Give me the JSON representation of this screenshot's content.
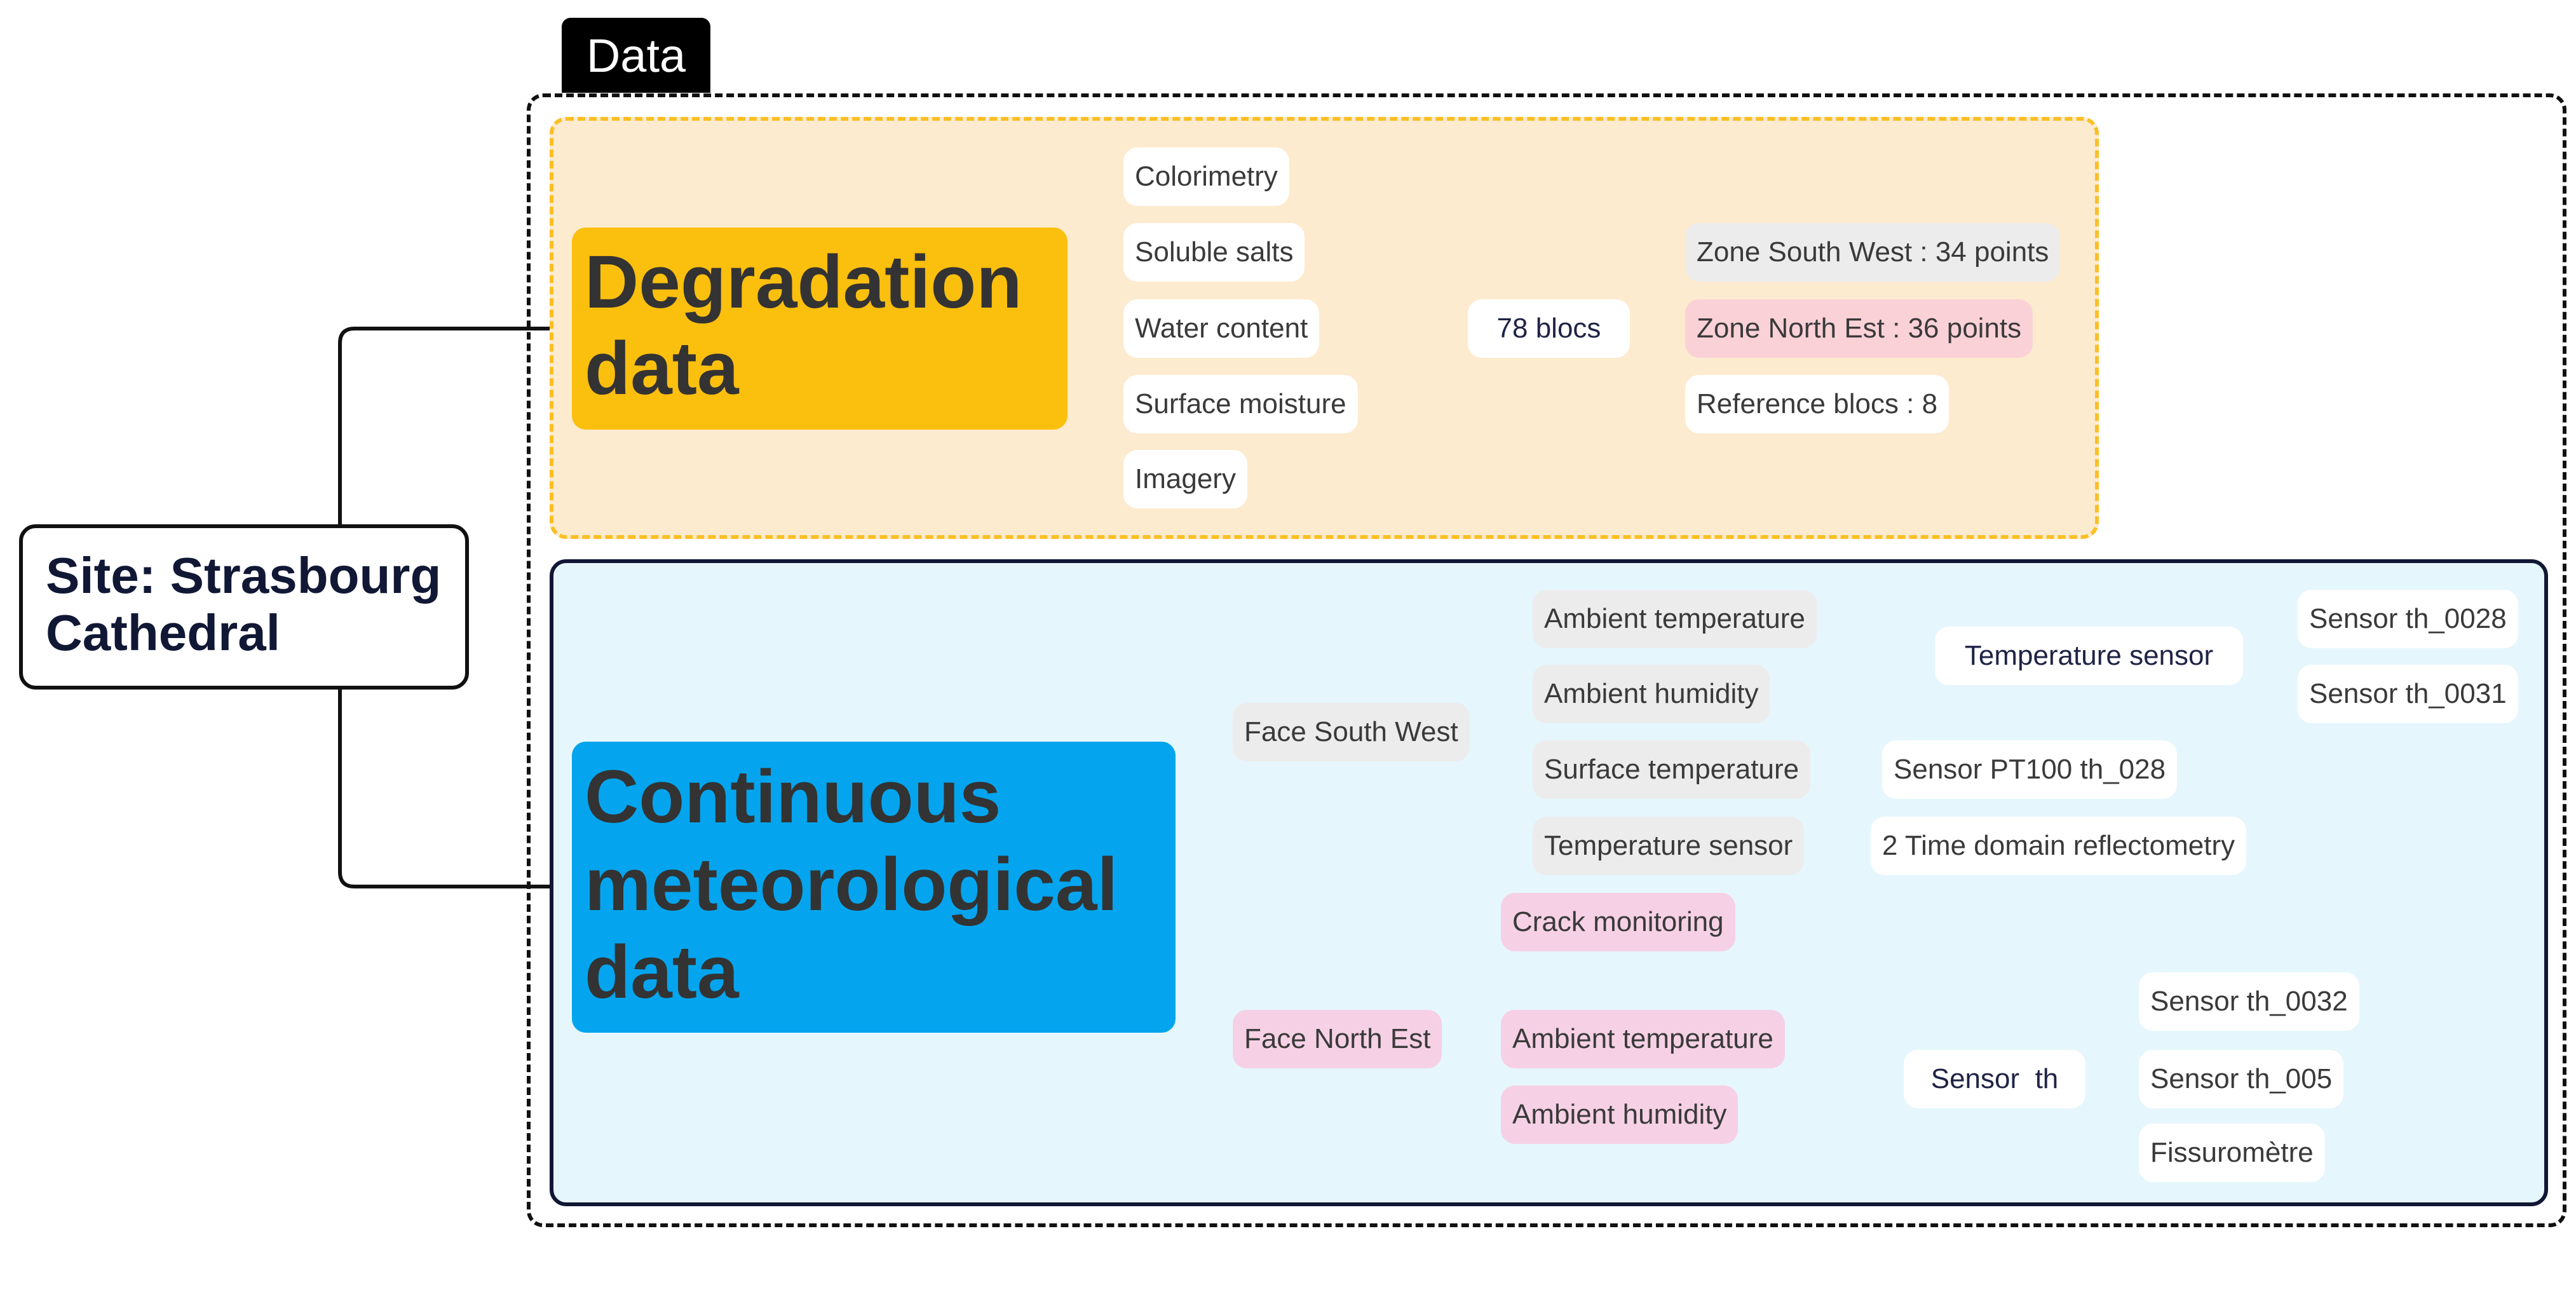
{
  "group": {
    "label": "Data"
  },
  "root": {
    "label": "Site: Strasbourg Cathedral"
  },
  "degradation": {
    "title": "Degradation data",
    "measurements": [
      "Colorimetry",
      "Soluble salts",
      "Water content",
      "Surface moisture",
      "Imagery"
    ],
    "summary": "78 blocs",
    "zones": [
      {
        "label": "Zone South West : 34 points",
        "style": "grey"
      },
      {
        "label": "Zone North Est : 36 points",
        "style": "rose"
      },
      {
        "label": "Reference blocs : 8",
        "style": "white"
      }
    ]
  },
  "continuous": {
    "title": "Continuous meteorological data",
    "south_west": {
      "label": "Face South West",
      "items": [
        {
          "label": "Ambient temperature"
        },
        {
          "label": "Ambient humidity"
        },
        {
          "label": "Surface temperature",
          "sensor": "Sensor PT100 th_028"
        },
        {
          "label": "Temperature sensor",
          "sensor": "2 Time domain reflectometry"
        }
      ],
      "summary": "Temperature sensor",
      "sensors": [
        "Sensor th_0028",
        "Sensor th_0031"
      ]
    },
    "north_est": {
      "label": "Face North Est",
      "items": [
        {
          "label": "Crack monitoring"
        },
        {
          "label": "Ambient temperature"
        },
        {
          "label": "Ambient humidity"
        }
      ],
      "summary": "Sensor  th",
      "sensors": [
        "Sensor th_0032",
        "Sensor th_005",
        "Fissuromètre"
      ]
    }
  },
  "colors": {
    "degradation_main": "#fbbf0e",
    "degradation_bg": "#fdebcf",
    "degradation_border": "#fbbf24",
    "continuous_main": "#04a5ee",
    "continuous_bg": "#e6f6fd",
    "continuous_border": "#111835",
    "node_grey": "#ececec",
    "node_pink": "#f6d1e5",
    "node_rose": "#fbd1d8"
  }
}
